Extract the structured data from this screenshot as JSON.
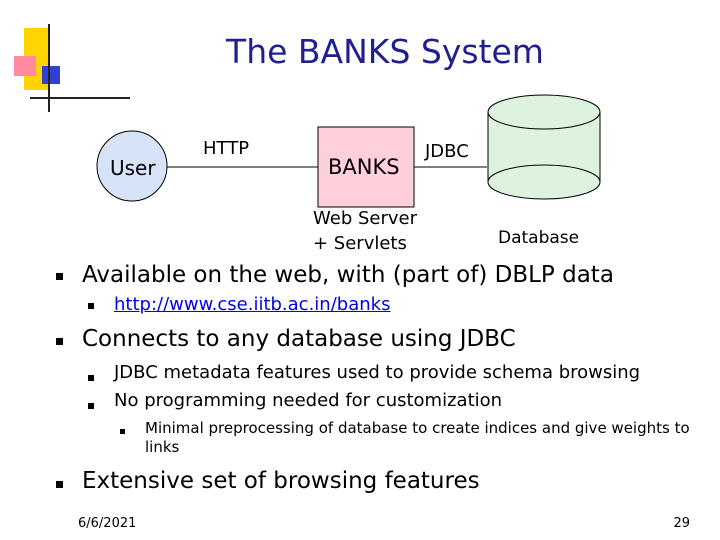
{
  "slide": {
    "title": "The BANKS System",
    "diagram": {
      "user_label": "User",
      "http_label": "HTTP",
      "banks_label": "BANKS",
      "jdbc_label": "JDBC",
      "webserver_line1": "Web Server",
      "webserver_line2": "+ Servlets",
      "database_label": "Database"
    },
    "bullets": [
      {
        "text": "Available on the web, with (part of) DBLP data",
        "children": [
          {
            "text": "http://www.cse.iitb.ac.in/banks"
          }
        ]
      },
      {
        "text": "Connects to any database using JDBC",
        "children": [
          {
            "text": "JDBC metadata features used to provide schema browsing"
          },
          {
            "text": "No programming needed for customization",
            "children": [
              {
                "text": "Minimal preprocessing of database to create indices and give weights to links"
              }
            ]
          }
        ]
      },
      {
        "text": "Extensive set of browsing features"
      }
    ],
    "footer": {
      "date": "6/6/2021",
      "page": "29"
    }
  },
  "colors": {
    "title": "#1f1f8f",
    "user_circle": "#d7e3f7",
    "banks_box": "#ffd0dc",
    "database": "#ddf3dd",
    "logo_yellow": "#ffd400",
    "logo_blue": "#3040d0",
    "logo_red": "#ff4060"
  }
}
